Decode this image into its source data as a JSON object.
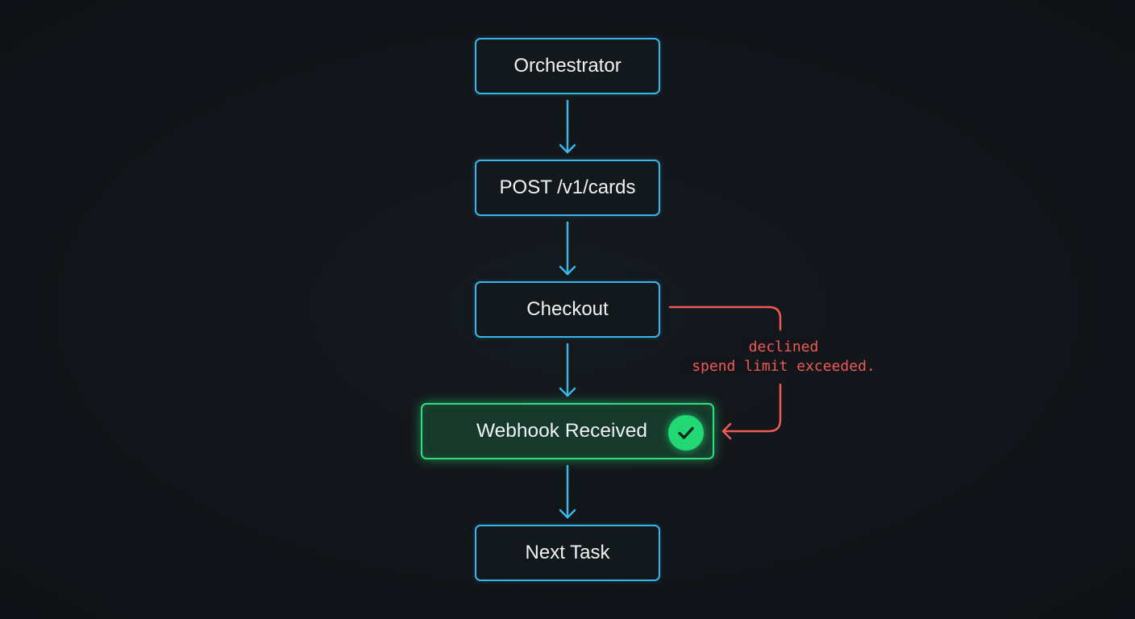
{
  "nodes": {
    "orchestrator": "Orchestrator",
    "post_cards": "POST /v1/cards",
    "checkout": "Checkout",
    "webhook_received": "Webhook Received",
    "next_task": "Next Task"
  },
  "decline_branch": {
    "status": "declined",
    "reason": "spend limit exceeded."
  },
  "icons": {
    "webhook_status": "check-icon"
  },
  "colors": {
    "background": "#121519",
    "node_border": "#38b6e8",
    "connector": "#38b6e8",
    "success": "#2fe07f",
    "success_fill": "#16392b",
    "decline": "#f05a55",
    "text": "#eef3f6"
  }
}
